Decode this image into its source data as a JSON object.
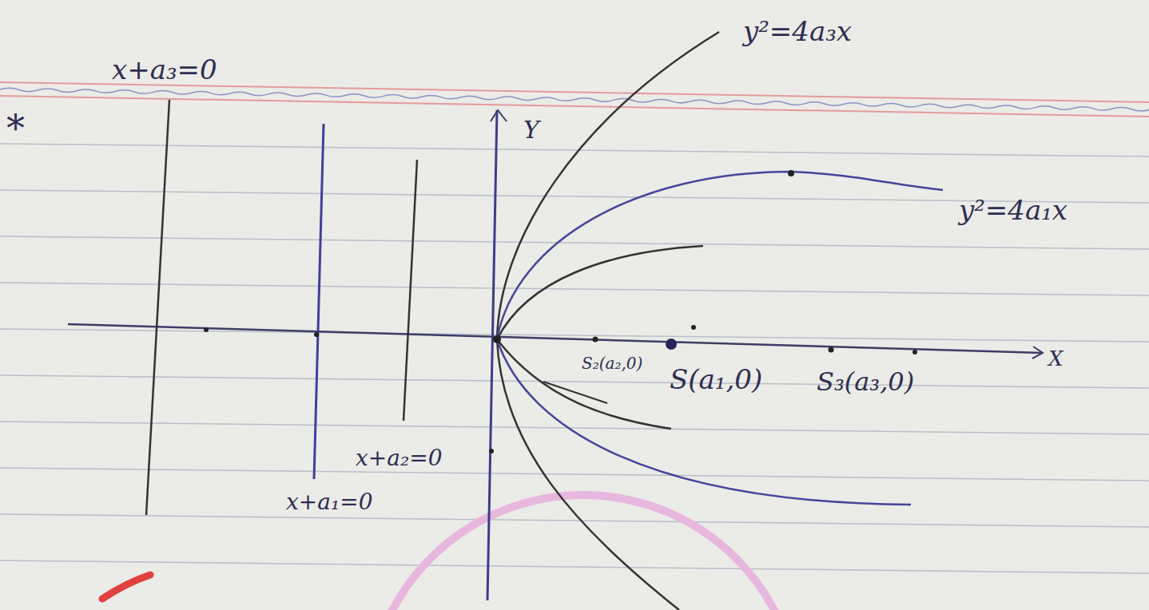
{
  "diagram": {
    "labels": [
      "*",
      "x+a₃=0",
      "y²=4a₃x",
      "Y",
      "y²=4a₁x",
      "X",
      "S₂(a₂,0)",
      "S(a₁,0)",
      "S₃(a₃,0)",
      "x+a₂=0",
      "x+a₁=0"
    ]
  }
}
